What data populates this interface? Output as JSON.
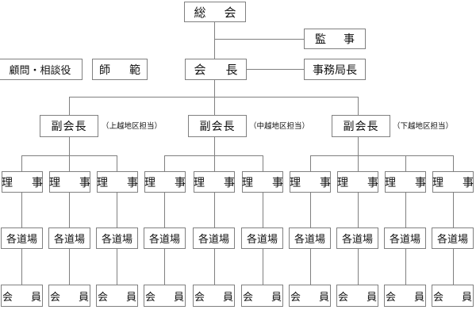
{
  "diagram": {
    "title_box": {
      "label": "総　会"
    },
    "auditor_box": {
      "label": "監　事"
    },
    "president_box": {
      "label": "会　長"
    },
    "secretariat_box": {
      "label": "事務局長"
    },
    "advisor_box": {
      "label": "顧問・相談役"
    },
    "master_box": {
      "label": "師　範"
    },
    "vice_presidents": [
      {
        "label": "副会長",
        "note": "（上越地区担当）"
      },
      {
        "label": "副会長",
        "note": "（中越地区担当）"
      },
      {
        "label": "副会長",
        "note": "（下越地区担当）"
      }
    ],
    "director_label": "理　事",
    "dojo_label": "各道場",
    "member_label": "会　員",
    "directors": [
      {
        "label": "理　事"
      },
      {
        "label": "理　事"
      },
      {
        "label": "理　事"
      },
      {
        "label": "理　事"
      },
      {
        "label": "理　事"
      },
      {
        "label": "理　事"
      },
      {
        "label": "理　事"
      },
      {
        "label": "理　事"
      },
      {
        "label": "理　事"
      },
      {
        "label": "理　事"
      }
    ],
    "dojos": [
      {
        "label": "各道場"
      },
      {
        "label": "各道場"
      },
      {
        "label": "各道場"
      },
      {
        "label": "各道場"
      },
      {
        "label": "各道場"
      },
      {
        "label": "各道場"
      },
      {
        "label": "各道場"
      },
      {
        "label": "各道場"
      },
      {
        "label": "各道場"
      },
      {
        "label": "各道場"
      }
    ],
    "members": [
      {
        "label": "会　員"
      },
      {
        "label": "会　員"
      },
      {
        "label": "会　員"
      },
      {
        "label": "会　員"
      },
      {
        "label": "会　員"
      },
      {
        "label": "会　員"
      },
      {
        "label": "会　員"
      },
      {
        "label": "会　員"
      },
      {
        "label": "会　員"
      },
      {
        "label": "会　員"
      }
    ],
    "colors": {
      "border": "#808080",
      "text": "#111111",
      "background": "#ffffff"
    }
  }
}
